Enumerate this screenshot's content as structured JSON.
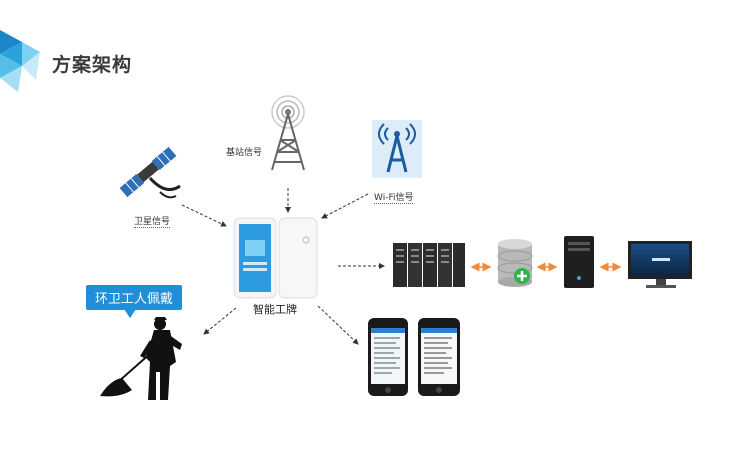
{
  "page": {
    "title": "方案架构"
  },
  "diagram": {
    "satellite_label": "卫星信号",
    "tower_label": "基站信号",
    "wifi_label": "Wi-Fi信号",
    "worker_label": "环卫工人佩戴",
    "badge_label": "智能工牌"
  },
  "colors": {
    "accent_blue": "#1e8fd8",
    "arrow_orange": "#f08a3c",
    "title_text": "#3a3a3a"
  }
}
